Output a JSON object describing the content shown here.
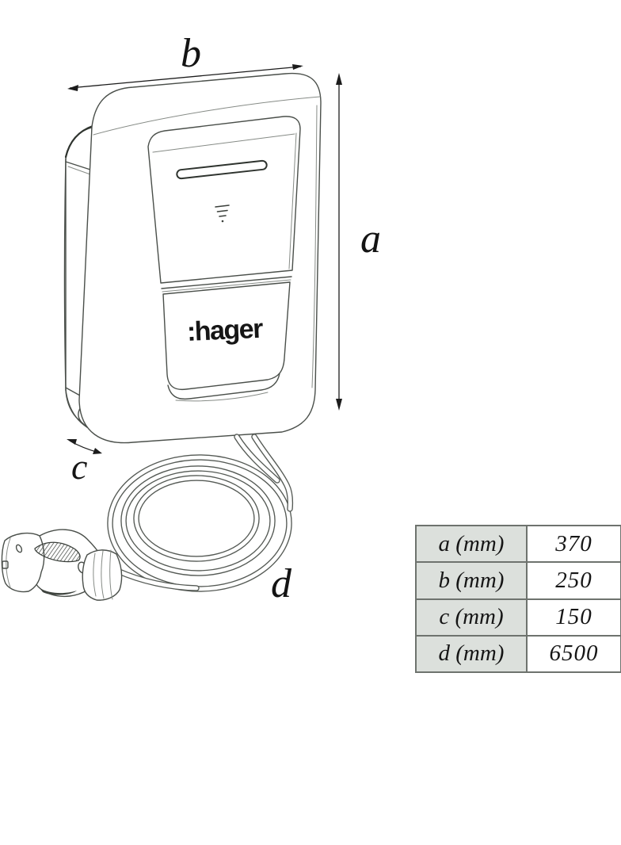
{
  "diagram": {
    "brand_logo": ":hager",
    "device": "wall-mounted EV charging station line drawing",
    "dimension_labels": {
      "a": "a",
      "b": "b",
      "c": "c",
      "d": "d"
    }
  },
  "table": {
    "rows": [
      {
        "label": "a (mm)",
        "value": "370"
      },
      {
        "label": "b (mm)",
        "value": "250"
      },
      {
        "label": "c (mm)",
        "value": "150"
      },
      {
        "label": "d (mm)",
        "value": "6500"
      }
    ]
  },
  "colors": {
    "background": "#ffffff",
    "line_art": "#4a4f4a",
    "text": "#161616",
    "table_label_bg": "#dce0dc",
    "table_border": "#6e736e"
  }
}
